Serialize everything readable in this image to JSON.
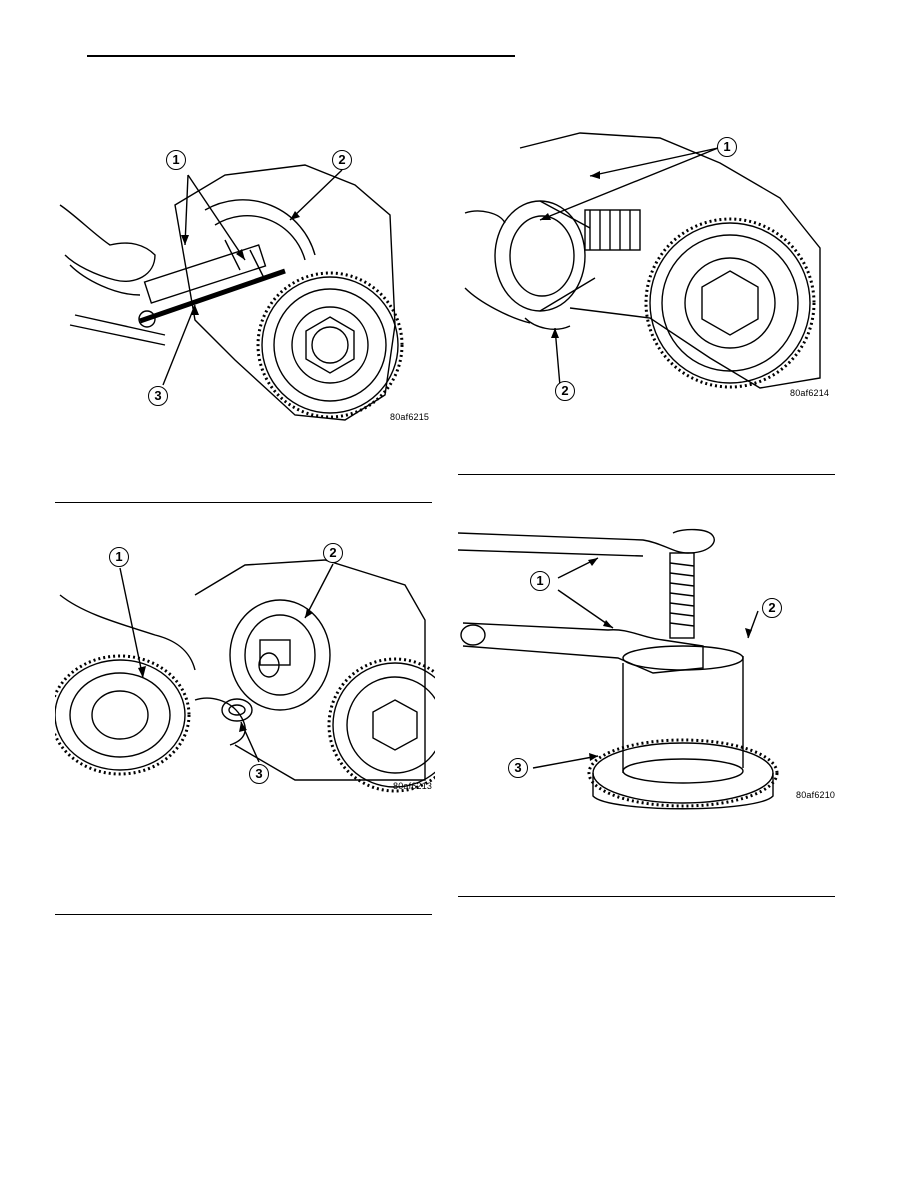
{
  "figures": [
    {
      "code": "80af6215",
      "callouts": [
        "1",
        "2",
        "3"
      ]
    },
    {
      "code": "80af6214",
      "callouts": [
        "1",
        "2"
      ]
    },
    {
      "code": "80af6213",
      "callouts": [
        "1",
        "2",
        "3"
      ]
    },
    {
      "code": "80af6210",
      "callouts": [
        "1",
        "2",
        "3"
      ]
    }
  ]
}
